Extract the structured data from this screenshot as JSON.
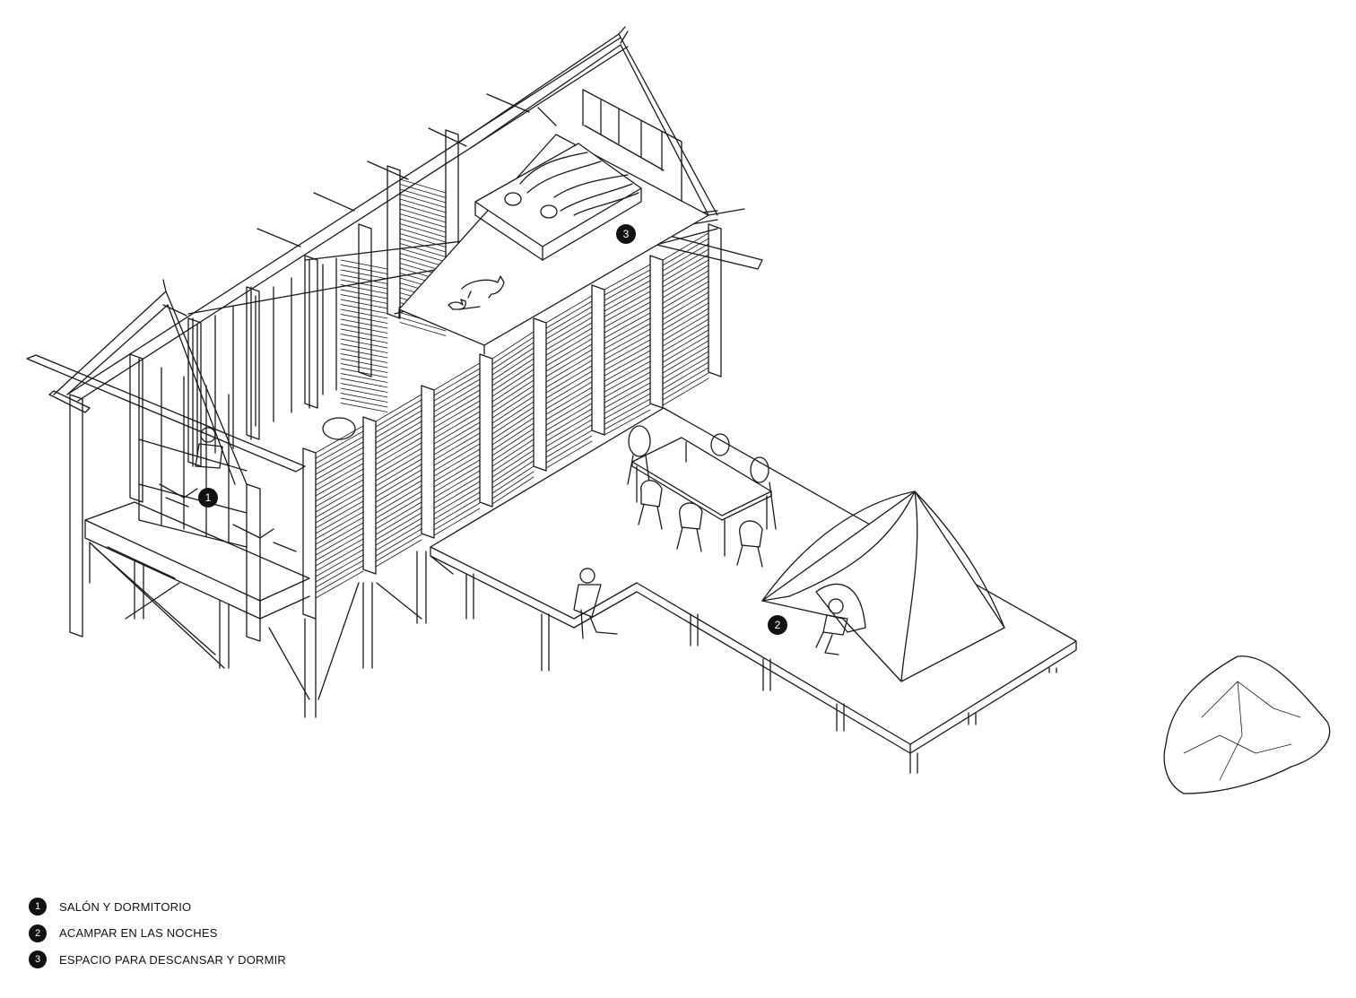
{
  "markers": [
    {
      "number": "1"
    },
    {
      "number": "2"
    },
    {
      "number": "3"
    }
  ],
  "legend": [
    {
      "number": "1",
      "label": "SALÓN Y DORMITORIO"
    },
    {
      "number": "2",
      "label": "ACAMPAR EN LAS NOCHES"
    },
    {
      "number": "3",
      "label": "ESPACIO PARA DESCANSAR Y DORMIR"
    }
  ],
  "colors": {
    "ink": "#111111",
    "background": "#ffffff"
  }
}
